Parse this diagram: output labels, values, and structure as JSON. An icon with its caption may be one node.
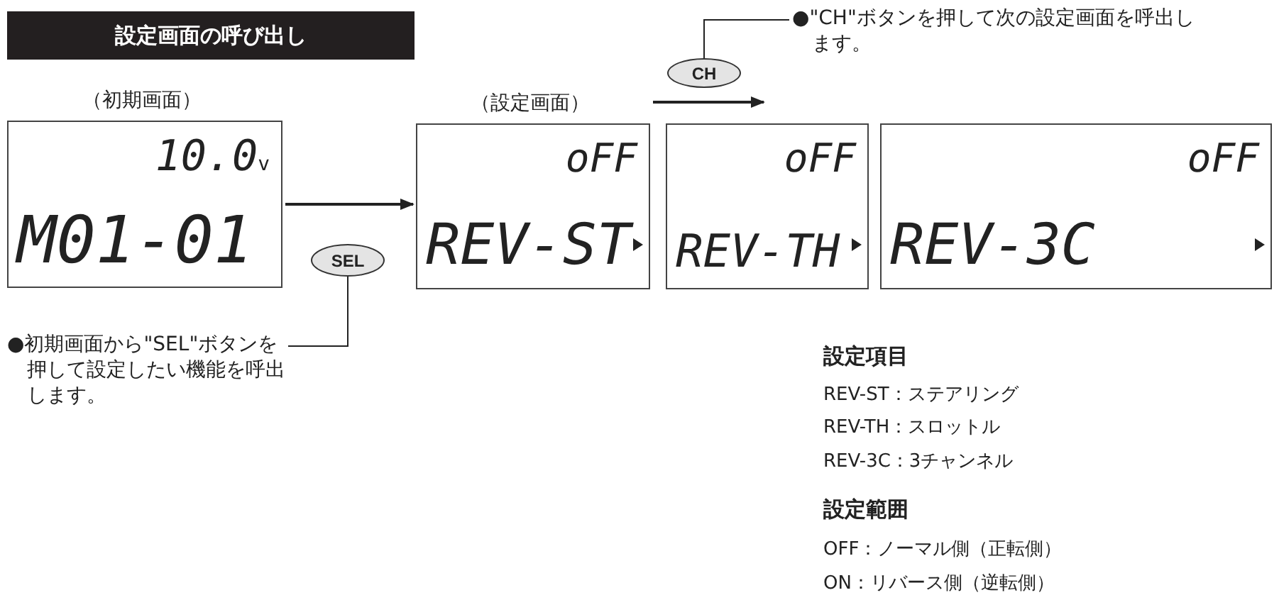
{
  "diagram": {
    "title": "設定画面の呼び出し",
    "nodes": [
      {
        "text": [
          "（初期画面）",
          "10.0$_{v}$",
          "M01-01"
        ]
      },
      {
        "text": [
          "（設定画面）",
          "oFF",
          "REV-ST"
        ]
      },
      {
        "text": [
          "oFF",
          "REV-TH"
        ]
      },
      {
        "text": [
          "oFF",
          "REV-3C"
        ]
      },
      {
        "text": [
          "SEL"
        ]
      },
      {
        "text": [
          "CH"
        ]
      },
      {
        "text": [
          "●初期画面から\"SEL\"ボタンを押して設定したい機能を呼出します。"
        ]
      },
      {
        "text": [
          "●\"CH\"ボタンを押して次の設定画面を呼出します。"
        ]
      }
    ],
    "edges": [
      {
        "from": 0,
        "to": 1,
        "arrow": "to"
      },
      {
        "from": 4,
        "to": 6,
        "arrow": "none"
      },
      {
        "from": 5,
        "to": 7,
        "arrow": "none"
      }
    ],
    "labels": [
      "設定項目",
      "REV-ST：ステアリング",
      "REV-TH：スロットル",
      "REV-3C：3チャンネル",
      "設定範囲",
      "OFF：ノーマル側（正転側）",
      "ON：リバース側（逆転側）"
    ]
  }
}
